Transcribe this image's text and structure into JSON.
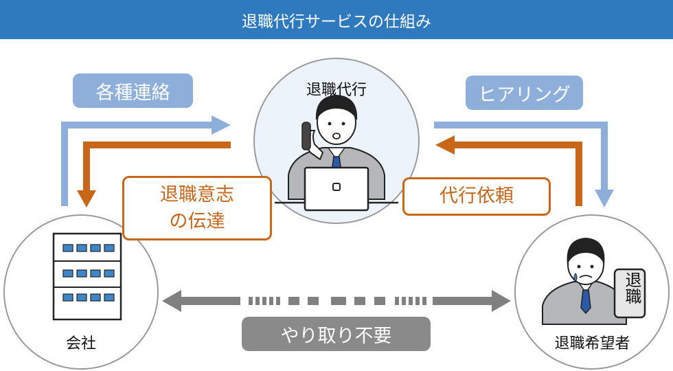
{
  "title": "退職代行サービスの仕組み",
  "nodes": {
    "agent": "退職代行",
    "company": "会社",
    "employee": "退職希望者",
    "resign_sign": "退職"
  },
  "flows": {
    "contact": "各種連絡",
    "hearing": "ヒアリング",
    "intent": "退職意志の伝達",
    "request": "代行依頼",
    "no_exchange": "やり取り不要"
  },
  "colors": {
    "header": "#2f7abf",
    "blue_arrow": "#8eafd9",
    "orange_arrow": "#c8661a",
    "gray_arrow": "#808080",
    "circle_fill": "#edf3fa"
  }
}
